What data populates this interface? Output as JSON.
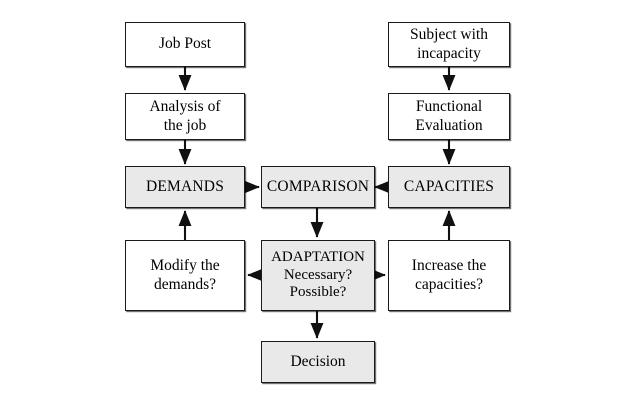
{
  "diagram": {
    "title": "Job demands and worker capacities adaptation flowchart",
    "background_color": "#ffffff",
    "stroke_color": "#1a1a1a",
    "shaded_fill": "#e9e9e9",
    "plain_fill": "#ffffff"
  },
  "nodes": {
    "job_post": {
      "lines": [
        "Job Post"
      ]
    },
    "analysis_job": {
      "lines": [
        "Analysis of",
        "the job"
      ]
    },
    "demands": {
      "lines": [
        "DEMANDS"
      ]
    },
    "modify_demands": {
      "lines": [
        "Modify the",
        "demands?"
      ]
    },
    "subject": {
      "lines": [
        "Subject with",
        "incapacity"
      ]
    },
    "functional_eval": {
      "lines": [
        "Functional",
        "Evaluation"
      ]
    },
    "capacities": {
      "lines": [
        "CAPACITIES"
      ]
    },
    "increase_caps": {
      "lines": [
        "Increase the",
        "capacities?"
      ]
    },
    "comparison": {
      "lines": [
        "COMPARISON"
      ]
    },
    "adaptation": {
      "lines": [
        "ADAPTATION",
        "Necessary?",
        "Possible?"
      ]
    },
    "decision": {
      "lines": [
        "Decision"
      ]
    }
  },
  "edges": [
    {
      "name": "job-post-to-analysis",
      "from": "job_post",
      "to": "analysis_job"
    },
    {
      "name": "analysis-to-demands",
      "from": "analysis_job",
      "to": "demands"
    },
    {
      "name": "demands-to-comparison",
      "from": "demands",
      "to": "comparison"
    },
    {
      "name": "subject-to-functional",
      "from": "subject",
      "to": "functional_eval"
    },
    {
      "name": "functional-to-capacities",
      "from": "functional_eval",
      "to": "capacities"
    },
    {
      "name": "capacities-to-comparison",
      "from": "capacities",
      "to": "comparison"
    },
    {
      "name": "comparison-to-adaptation",
      "from": "comparison",
      "to": "adaptation"
    },
    {
      "name": "adaptation-to-modify",
      "from": "adaptation",
      "to": "modify_demands"
    },
    {
      "name": "adaptation-to-increase",
      "from": "adaptation",
      "to": "increase_caps"
    },
    {
      "name": "adaptation-to-decision",
      "from": "adaptation",
      "to": "decision"
    },
    {
      "name": "modify-to-demands",
      "from": "modify_demands",
      "to": "demands"
    },
    {
      "name": "increase-to-capacities",
      "from": "increase_caps",
      "to": "capacities"
    }
  ]
}
